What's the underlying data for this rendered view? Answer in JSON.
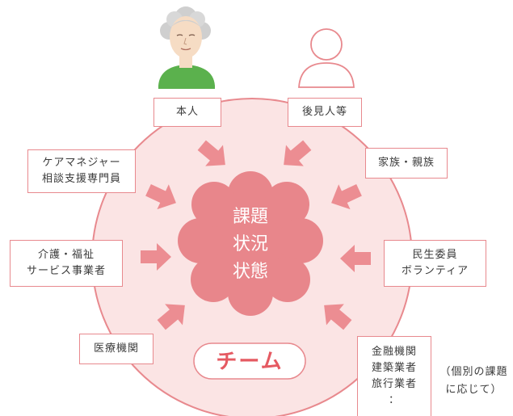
{
  "center": {
    "lines": [
      "課題",
      "状況",
      "状態"
    ]
  },
  "team_label": "チーム",
  "boxes": {
    "honnin": {
      "lines": [
        "本人"
      ]
    },
    "kokennin": {
      "lines": [
        "後見人等"
      ]
    },
    "caremanager": {
      "lines": [
        "ケアマネジャー",
        "相談支援専門員"
      ]
    },
    "kazoku": {
      "lines": [
        "家族・親族"
      ]
    },
    "kaigo": {
      "lines": [
        "介護・福祉",
        "サービス事業者"
      ]
    },
    "minsei": {
      "lines": [
        "民生委員",
        "ボランティア"
      ]
    },
    "iryo": {
      "lines": [
        "医療機関"
      ]
    },
    "kinyu": {
      "lines": [
        "金融機関",
        "建築業者",
        "旅行業者",
        "："
      ]
    }
  },
  "note": {
    "lines": [
      "（個別の課題",
      "に応じて）"
    ]
  },
  "colors": {
    "circle_fill": "#fbe4e4",
    "circle_stroke": "#e8898e",
    "cloud": "#e8868b",
    "arrow": "#ec8d92",
    "box_border": "#e8898e",
    "team_text": "#e55a62"
  },
  "icons": [
    "elderly-person-icon",
    "person-outline-icon"
  ]
}
